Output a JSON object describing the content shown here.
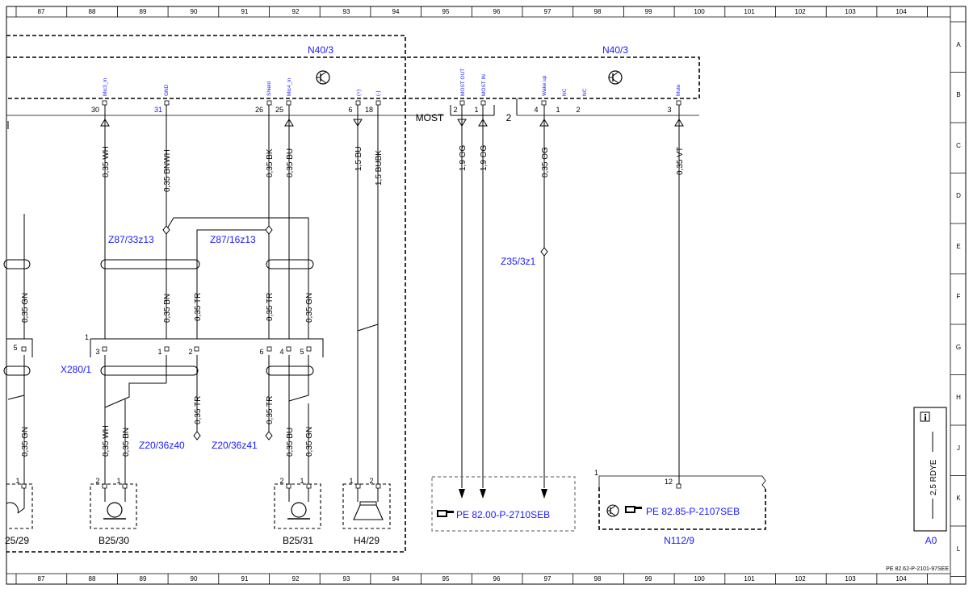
{
  "columns": [
    "87",
    "88",
    "89",
    "90",
    "91",
    "92",
    "93",
    "94",
    "95",
    "96",
    "97",
    "98",
    "99",
    "100",
    "101",
    "102",
    "103",
    "104"
  ],
  "rows": [
    "A",
    "B",
    "C",
    "D",
    "E",
    "F",
    "G",
    "H",
    "J",
    "K",
    "L"
  ],
  "modules": {
    "left_module": "N40/3",
    "right_module": "N40/3",
    "bus_label": "MOST",
    "bus_pin": "2",
    "connector_x280": "X280/1",
    "connector_x280_pin": "1",
    "n112_label": "N112/9",
    "n112_pin": "1",
    "n112_pin12": "12",
    "ao_label": "A0",
    "ao_wire": "2,5 RDYE",
    "doc_id": "PE 82.62-P-2101-97SEE"
  },
  "signals": [
    {
      "name": "Mic3_in",
      "pin": "30"
    },
    {
      "name": "GND",
      "pin": "31"
    },
    {
      "name": "Shield",
      "pin": "26"
    },
    {
      "name": "Mic4_in",
      "pin": "25"
    },
    {
      "name": "(+)",
      "pin": "6"
    },
    {
      "name": "(-)",
      "pin": "18"
    },
    {
      "name": "MOST OUT",
      "pin": "2"
    },
    {
      "name": "MOST IN",
      "pin": "1"
    },
    {
      "name": "Wake up",
      "pin": "4"
    },
    {
      "name": "NC",
      "pin": "1"
    },
    {
      "name": "NC",
      "pin": "2"
    },
    {
      "name": "Mute",
      "pin": "3"
    }
  ],
  "wires_upper": [
    "0,35 WH",
    "0,35 BNWH",
    "0,35 BK",
    "0,35 BU",
    "1,5 BU",
    "1,5 BUBK",
    "1,9 OG",
    "1,9 OG",
    "0,35 OG",
    "0,35 VT"
  ],
  "wires_middle": [
    "0,35 GN",
    "0,35 BN",
    "0,35 TR",
    "0,35 TR",
    "0,35 GN"
  ],
  "wires_lower": [
    "0,35 GN",
    "0,35 WH",
    "0,35 BN",
    "0,35 TR",
    "0,35 TR",
    "0,35 BU",
    "0,35 GN"
  ],
  "x280_pins": [
    "5",
    "3",
    "1",
    "2",
    "6",
    "4",
    "5"
  ],
  "splices": [
    "Z87/33z13",
    "Z87/16z13",
    "Z35/3z1",
    "Z20/36z40",
    "Z20/36z41"
  ],
  "components": [
    {
      "label": "25/29",
      "pins": [
        "1"
      ]
    },
    {
      "label": "B25/30",
      "pins": [
        "2",
        "1"
      ]
    },
    {
      "label": "B25/31",
      "pins": [
        "2",
        "1"
      ]
    },
    {
      "label": "H4/29",
      "pins": [
        "1",
        "2"
      ]
    }
  ],
  "refs": [
    "PE 82.00-P-2710SEB",
    "PE 82.85-P-2107SEB"
  ]
}
